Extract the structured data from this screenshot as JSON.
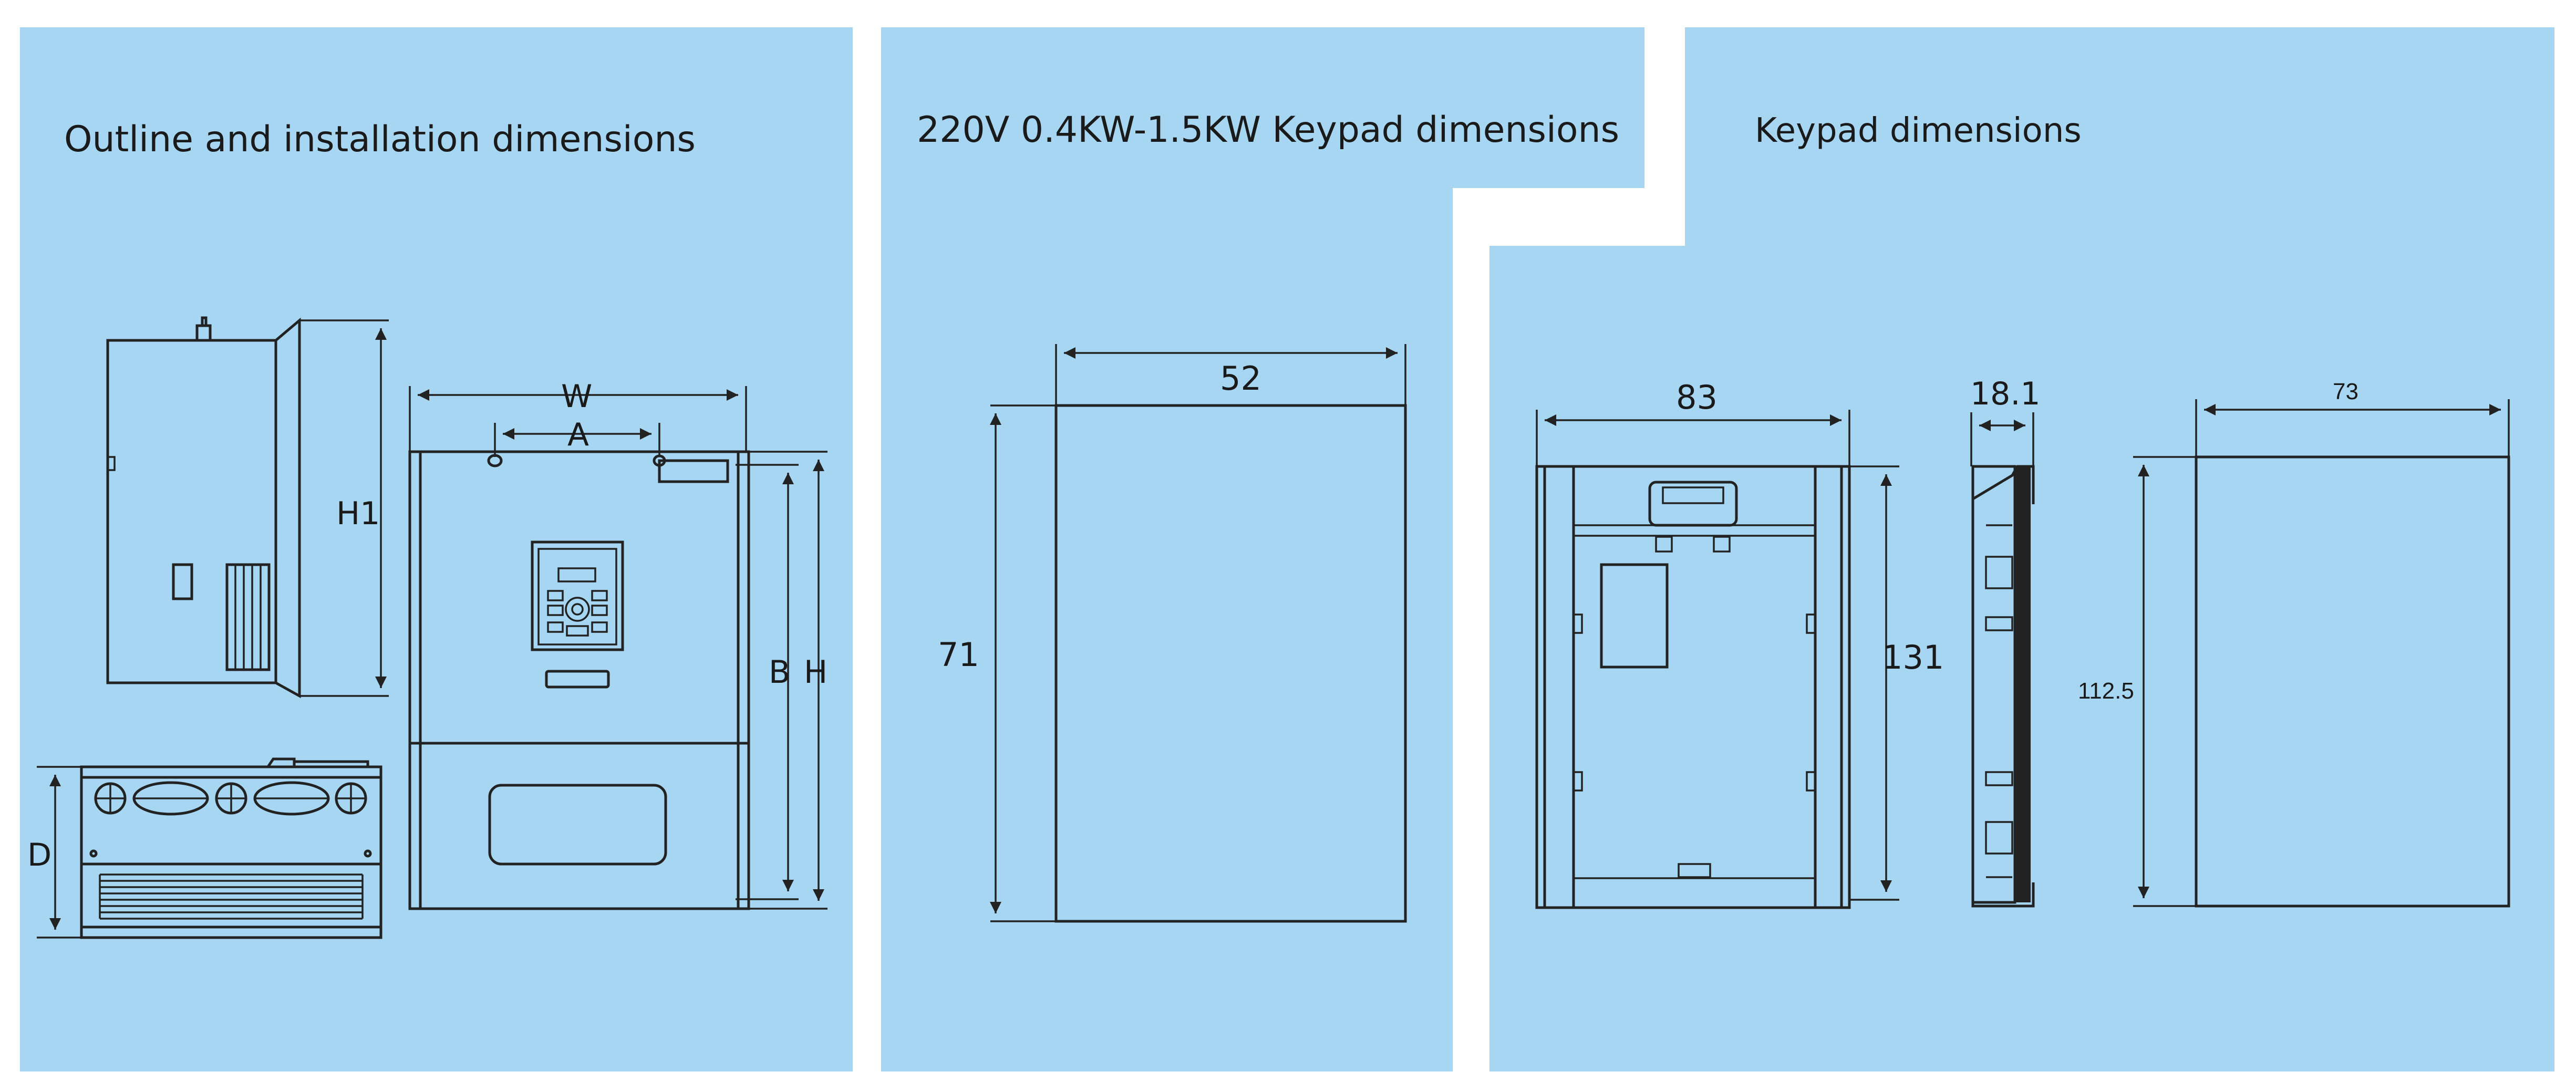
{
  "colors": {
    "panel": "#a6d6f2",
    "line": "#222222",
    "background": "#ffffff"
  },
  "panels": {
    "outline": {
      "title": "Outline and installation dimensions"
    },
    "keypad_small": {
      "title": "220V 0.4KW-1.5KW Keypad dimensions"
    },
    "keypad": {
      "title": "Keypad dimensions"
    }
  },
  "labels": {
    "W": "W",
    "A": "A",
    "H1": "H1",
    "B": "B",
    "H": "H",
    "D": "D",
    "small_width": "52",
    "small_height": "71",
    "kp_width": "83",
    "kp_height": "131",
    "kp_depth": "18.1",
    "kp_cutout_width": "73",
    "kp_cutout_height": "112.5"
  }
}
